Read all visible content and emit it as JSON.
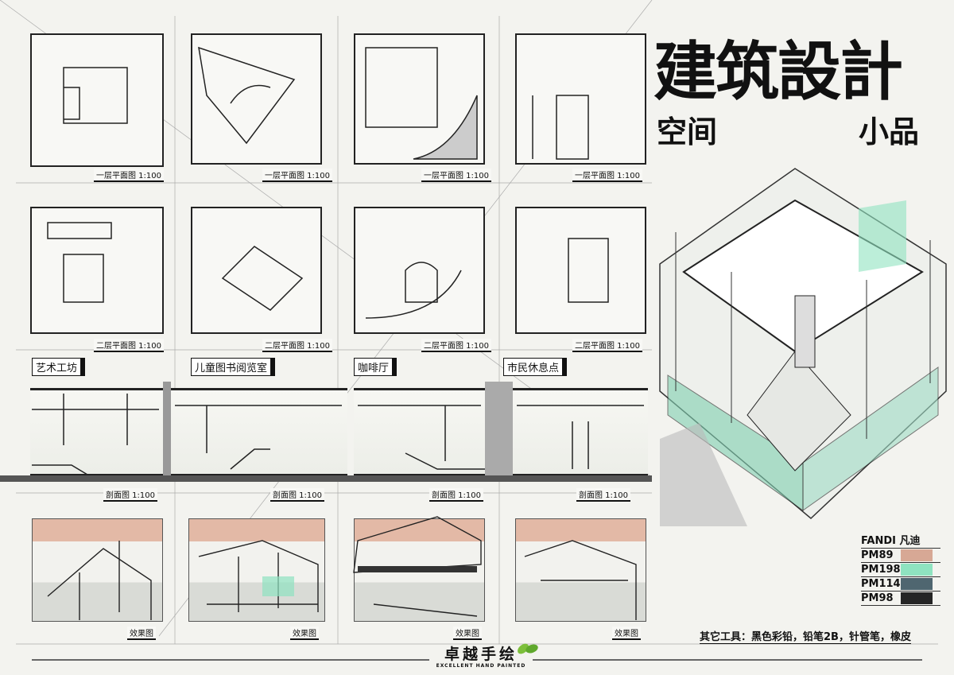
{
  "title": {
    "main": "建筑設計",
    "sub_left": "空间",
    "sub_right": "小品"
  },
  "plans_floor1": [
    {
      "caption": "一层平面图 1:100"
    },
    {
      "caption": "一层平面图 1:100"
    },
    {
      "caption": "一层平面图 1:100"
    },
    {
      "caption": "一层平面图 1:100"
    }
  ],
  "plans_floor2": [
    {
      "caption": "二层平面图 1:100"
    },
    {
      "caption": "二层平面图 1:100"
    },
    {
      "caption": "二层平面图 1:100"
    },
    {
      "caption": "二层平面图 1:100"
    }
  ],
  "rooms": [
    "艺术工坊",
    "儿童图书阅览室",
    "咖啡厅",
    "市民休息点"
  ],
  "sections": [
    {
      "caption": "剖面图 1:100"
    },
    {
      "caption": "剖面图 1:100"
    },
    {
      "caption": "剖面图 1:100"
    },
    {
      "caption": "剖面图 1:100"
    }
  ],
  "perspectives": [
    {
      "caption": "效果图"
    },
    {
      "caption": "效果图"
    },
    {
      "caption": "效果图"
    },
    {
      "caption": "效果图"
    }
  ],
  "legend": {
    "brand": "FANDI 凡迪",
    "swatches": [
      {
        "code": "PM89",
        "color": "#d7a895"
      },
      {
        "code": "PM198",
        "color": "#8fe3c0"
      },
      {
        "code": "PM114",
        "color": "#4f6670"
      },
      {
        "code": "PM98",
        "color": "#252525"
      }
    ],
    "tools": "其它工具：黑色彩铅，铅笔2B，针管笔，橡皮"
  },
  "logo": {
    "name": "卓越手绘",
    "tagline": "EXCELLENT HAND PAINTED",
    "leaf_color": "#7cbf3a"
  }
}
